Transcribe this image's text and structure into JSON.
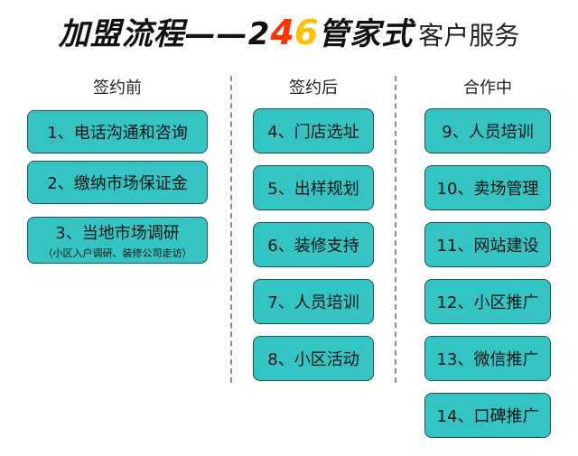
{
  "title": {
    "part1": "加盟流程——2",
    "digit_4": "4",
    "digit_6": "6",
    "part2": "管家式",
    "part3": "客户服务",
    "colors": {
      "text": "#111111",
      "digit_2": "#111111",
      "digit_4": "#ff3300",
      "digit_6": "#ffc000"
    }
  },
  "columns": [
    {
      "heading": "签约前",
      "items": [
        {
          "label": "1、电话沟通和咨询"
        },
        {
          "label": "2、缴纳市场保证金"
        },
        {
          "label": "3、当地市场调研",
          "sub": "（小区入户调研、装修公司走访）"
        }
      ]
    },
    {
      "heading": "签约后",
      "items": [
        {
          "label": "4、门店选址"
        },
        {
          "label": "5、出样规划"
        },
        {
          "label": "6、装修支持"
        },
        {
          "label": "7、人员培训"
        },
        {
          "label": "8、小区活动"
        }
      ]
    },
    {
      "heading": "合作中",
      "items": [
        {
          "label": "9、人员培训"
        },
        {
          "label": "10、卖场管理"
        },
        {
          "label": "11、网站建设"
        },
        {
          "label": "12、小区推广"
        },
        {
          "label": "13、微信推广"
        },
        {
          "label": "14、口碑推广"
        }
      ]
    }
  ],
  "colors": {
    "box_fill": "#35c4c4",
    "box_border": "#1e4f55",
    "divider": "#8a8a8a"
  }
}
